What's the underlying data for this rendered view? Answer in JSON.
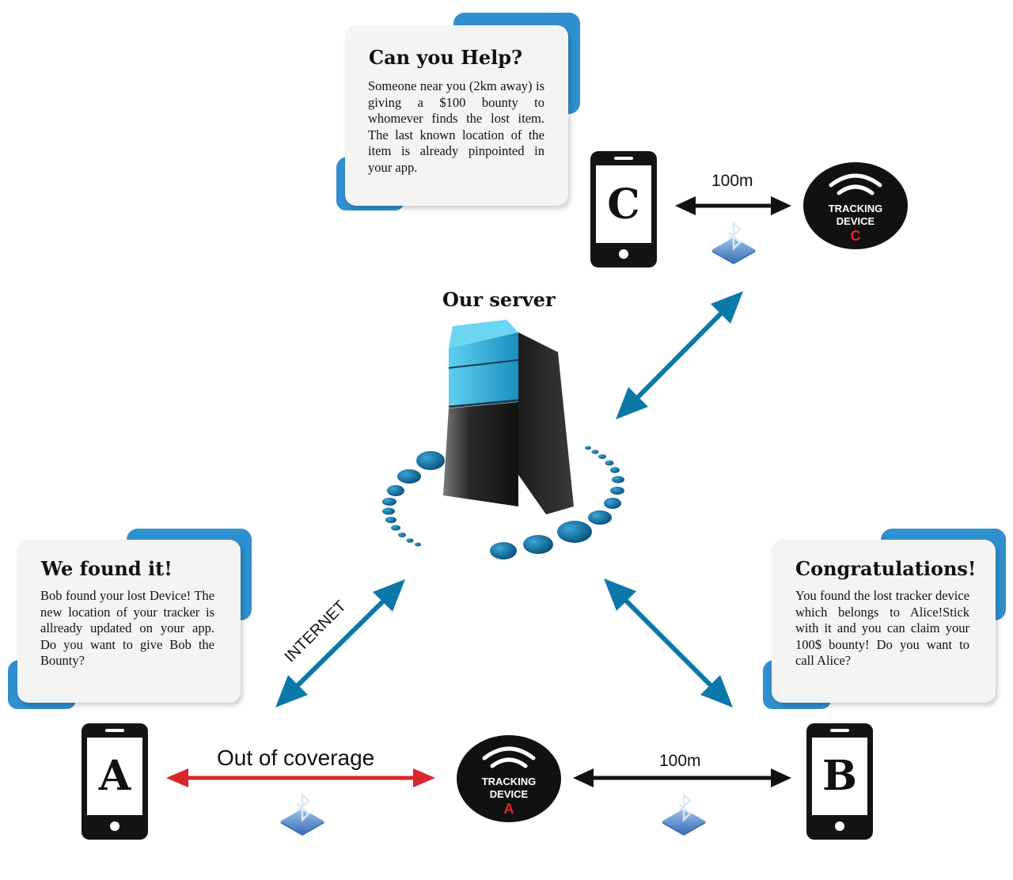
{
  "server": {
    "title": "Our server"
  },
  "cards": {
    "help": {
      "title": "Can you Help?",
      "body": "Someone near you (2km away) is giving a $100 bounty to whomever finds the lost item. The last known location of the item is already pinpointed in your app."
    },
    "found": {
      "title": "We found it!",
      "body": "Bob found your lost Device! The new location of your tracker is allready updated on your app. Do you want to give Bob the Bounty?"
    },
    "congrats": {
      "title": "Congratulations!",
      "body": "You found the lost tracker device which belongs to Alice!Stick with it and you can claim your 100$ bounty! Do you want to call Alice?"
    }
  },
  "phones": {
    "a": "A",
    "b": "B",
    "c": "C"
  },
  "trackers": {
    "a": {
      "line1": "TRACKING",
      "line2": "DEVICE",
      "letter": "A"
    },
    "c": {
      "line1": "TRACKING",
      "line2": "DEVICE",
      "letter": "C"
    }
  },
  "links": {
    "internet": "INTERNET",
    "out_of_coverage": "Out of coverage",
    "distance_top": "100m",
    "distance_bottom": "100m"
  },
  "colors": {
    "accent_blue": "#2f8fcf",
    "arrow_teal": "#0b79a8",
    "arrow_red": "#d9262c",
    "arrow_black": "#111111",
    "tracker_letter": "#e2262b"
  },
  "icons": [
    "bluetooth-icon",
    "server-icon",
    "wifi-signal-icon",
    "smartphone-icon"
  ]
}
